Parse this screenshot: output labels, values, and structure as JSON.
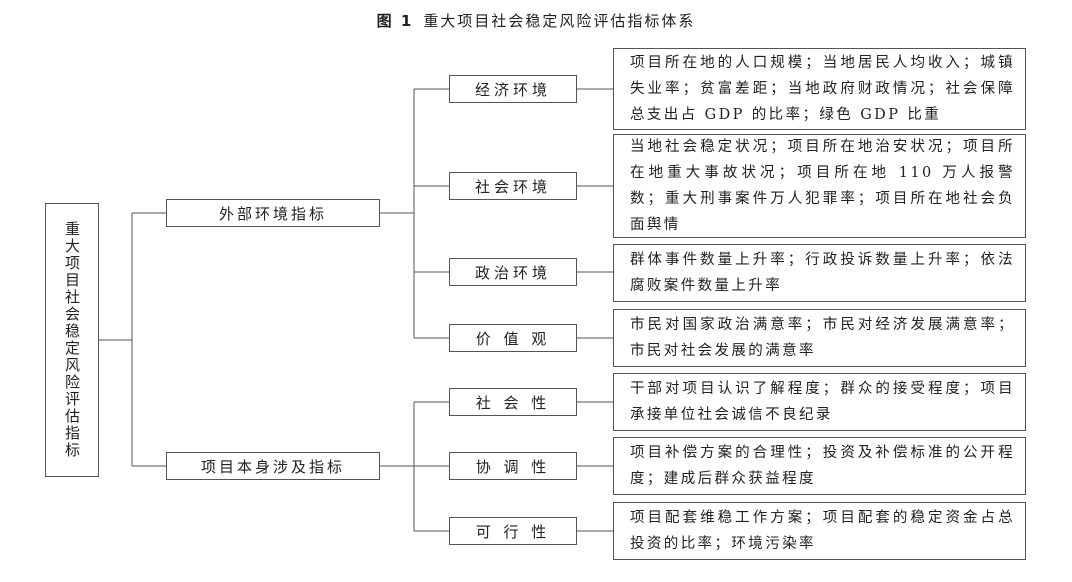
{
  "title": {
    "figure": "图 1",
    "text": "重大项目社会稳定风险评估指标体系"
  },
  "root": "重大项目社会稳定风险评估指标",
  "groups": [
    {
      "label": "外部环境指标",
      "items": [
        {
          "label": "经济环境",
          "desc": "项目所在地的人口规模；当地居民人均收入；城镇失业率；贫富差距；当地政府财政情况；社会保障总支出占 GDP 的比率；绿色 GDP 比重"
        },
        {
          "label": "社会环境",
          "desc": "当地社会稳定状况；项目所在地治安状况；项目所在地重大事故状况；项目所在地 110 万人报警数；重大刑事案件万人犯罪率；项目所在地社会负面舆情"
        },
        {
          "label": "政治环境",
          "desc": "群体事件数量上升率；行政投诉数量上升率；依法腐败案件数量上升率"
        },
        {
          "label": "价 值 观",
          "desc": "市民对国家政治满意率；市民对经济发展满意率；市民对社会发展的满意率"
        }
      ]
    },
    {
      "label": "项目本身涉及指标",
      "items": [
        {
          "label": "社 会 性",
          "desc": "干部对项目认识了解程度；群众的接受程度；项目承接单位社会诚信不良纪录"
        },
        {
          "label": "协 调 性",
          "desc": "项目补偿方案的合理性；投资及补偿标准的公开程度；建成后群众获益程度"
        },
        {
          "label": "可 行 性",
          "desc": "项目配套维稳工作方案；项目配套的稳定资金占总投资的比率；环境污染率"
        }
      ]
    }
  ]
}
